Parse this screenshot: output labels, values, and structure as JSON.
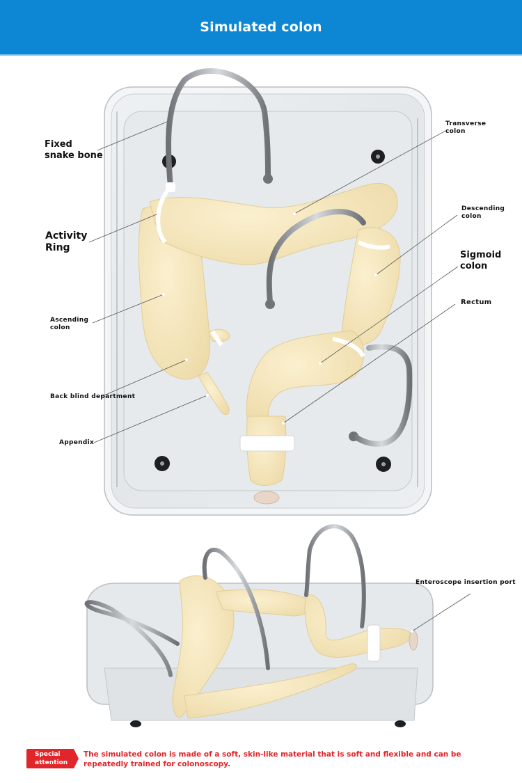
{
  "header": {
    "title": "Simulated colon",
    "background_color": "#0d87d4"
  },
  "top_view": {
    "labels": {
      "fixed_snake_bone": [
        "Fixed",
        "snake bone"
      ],
      "activity_ring": [
        "Activity",
        "Ring"
      ],
      "ascending_colon": [
        "Ascending",
        "colon"
      ],
      "back_blind_department": [
        "Back blind department"
      ],
      "appendix": [
        "Appendix"
      ],
      "transverse_colon": [
        "Transverse",
        "colon"
      ],
      "descending_colon": [
        "Descending",
        "colon"
      ],
      "sigmoid_colon": [
        "Sigmoid",
        "colon"
      ],
      "rectum": [
        "Rectum"
      ]
    }
  },
  "side_view": {
    "labels": {
      "enteroscope_insertion_port": [
        "Enteroscope insertion port"
      ]
    }
  },
  "special_attention": {
    "badge": [
      "Special",
      "attention"
    ],
    "text_line1": "The simulated colon is made of a soft, skin-like material that is soft and flexible and can be",
    "text_line2": "repeatedly trained for colonoscopy.",
    "color": "#e0262b"
  }
}
